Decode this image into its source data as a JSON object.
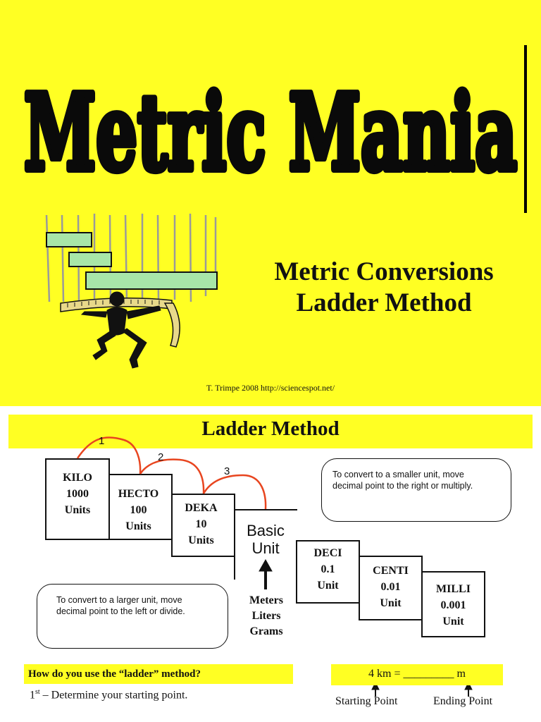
{
  "slide1": {
    "title": "Metric Mania",
    "subtitle_line1": "Metric Conversions",
    "subtitle_line2": "Ladder Method",
    "credit": "T. Trimpe 2008   http://sciencespot.net/",
    "bg_color": "#ffff23"
  },
  "slide2": {
    "title": "Ladder Method",
    "arcs": [
      "1",
      "2",
      "3"
    ],
    "steps": [
      {
        "name": "KILO",
        "value": "1000",
        "unit": "Units"
      },
      {
        "name": "HECTO",
        "value": "100",
        "unit": "Units"
      },
      {
        "name": "DEKA",
        "value": "10",
        "unit": "Units"
      },
      {
        "name": "DECI",
        "value": "0.1",
        "unit": "Unit"
      },
      {
        "name": "CENTI",
        "value": "0.01",
        "unit": "Unit"
      },
      {
        "name": "MILLI",
        "value": "0.001",
        "unit": "Unit"
      }
    ],
    "basic_unit": {
      "line1": "Basic",
      "line2": "Unit"
    },
    "basic_examples": [
      "Meters",
      "Liters",
      "Grams"
    ],
    "note_smaller": {
      "line1": "To convert to a smaller unit, move",
      "line2": "decimal  point to the right or multiply."
    },
    "note_larger": {
      "line1": "To convert to a larger unit, move",
      "line2": "decimal  point to the left or divide."
    },
    "question": "How do you use the “ladder” method?",
    "first_step": {
      "ordinal": "1",
      "suffix": "st",
      "text": " – Determine your starting point."
    },
    "example": {
      "left": "4 km = _________ m"
    },
    "starting_label": "Starting Point",
    "ending_label": "Ending Point",
    "arc_color": "#e8451f"
  }
}
